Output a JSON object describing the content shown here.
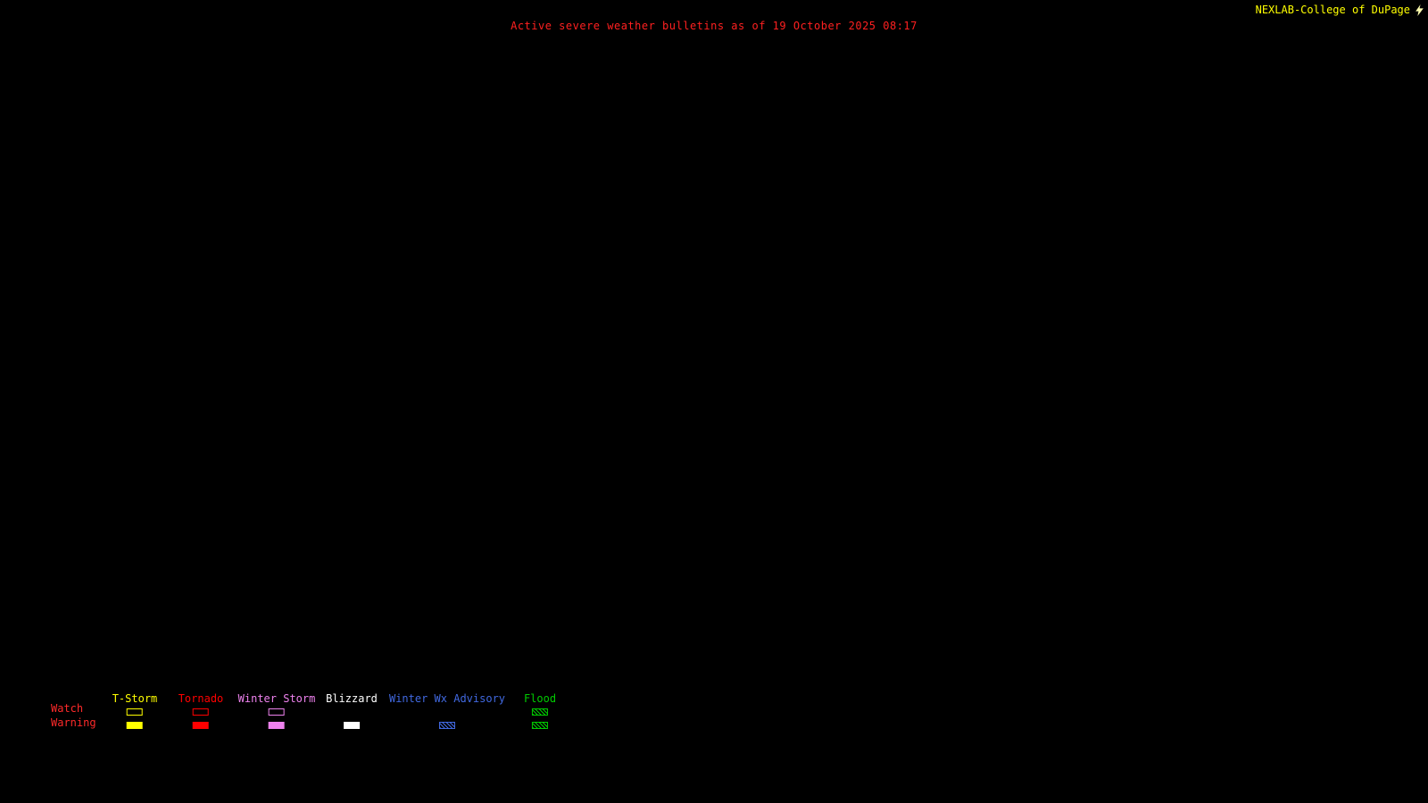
{
  "header": {
    "title": "Active severe weather bulletins as of 19 October 2025 08:17",
    "title_color": "#ff2020",
    "brand": "NEXLAB-College of DuPage",
    "brand_color": "#ffff00"
  },
  "legend": {
    "watch_label": "Watch",
    "warning_label": "Warning",
    "row_label_color": "#ff2a2a",
    "columns": [
      {
        "label": "T-Storm",
        "color": "#ffff00",
        "watch": "outline",
        "warning": "fill"
      },
      {
        "label": "Tornado",
        "color": "#ff0000",
        "watch": "outline",
        "warning": "fill"
      },
      {
        "label": "Winter Storm",
        "color": "#ee82ee",
        "watch": "outline",
        "warning": "fill"
      },
      {
        "label": "Blizzard",
        "color": "#ffffff",
        "watch": "none",
        "warning": "fill"
      },
      {
        "label": "Winter Wx Advisory",
        "color": "#4169e1",
        "watch": "none",
        "warning": "hatch"
      },
      {
        "label": "Flood",
        "color": "#00cc00",
        "watch": "hatch",
        "warning": "hatch"
      }
    ]
  }
}
